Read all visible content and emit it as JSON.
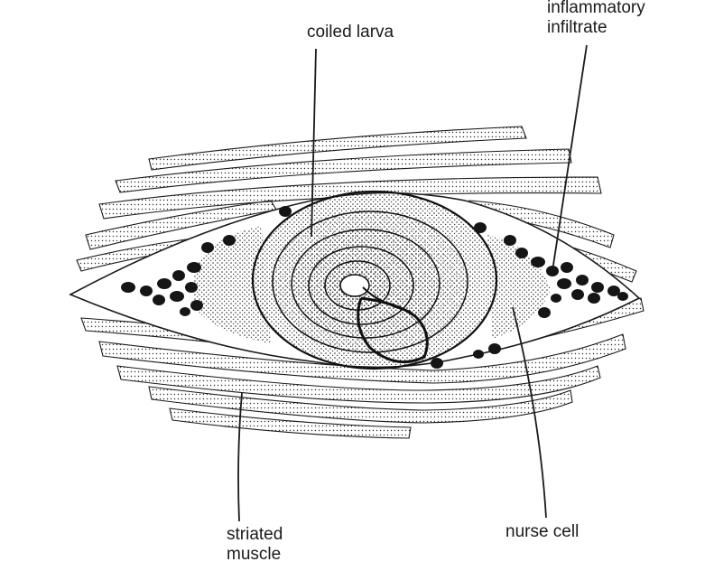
{
  "labels": {
    "coiled_larva": "coiled larva",
    "inflammatory_line1": "inflammatory",
    "inflammatory_line2": "infiltrate",
    "striated_line1": "striated",
    "striated_line2": "muscle",
    "nurse_cell": "nurse cell"
  },
  "colors": {
    "ink": "#1a1a1a",
    "background": "#ffffff"
  }
}
